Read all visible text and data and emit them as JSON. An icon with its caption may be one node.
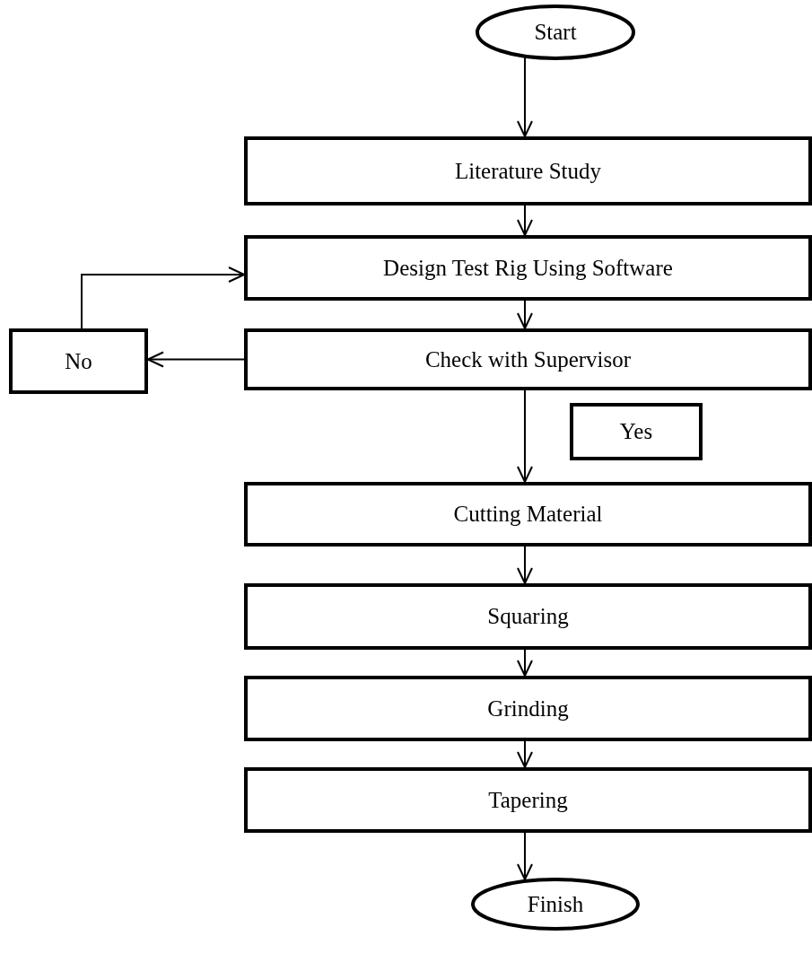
{
  "diagram": {
    "nodes": [
      {
        "text": [
          "Start"
        ]
      },
      {
        "text": [
          "Literature Study"
        ]
      },
      {
        "text": [
          "Design Test Rig Using Software"
        ]
      },
      {
        "text": [
          "Check with Supervisor"
        ]
      },
      {
        "text": [
          "No"
        ]
      },
      {
        "text": [
          "Yes"
        ]
      },
      {
        "text": [
          "Cutting Material"
        ]
      },
      {
        "text": [
          "Squaring"
        ]
      },
      {
        "text": [
          "Grinding"
        ]
      },
      {
        "text": [
          "Tapering"
        ]
      },
      {
        "text": [
          "Finish"
        ]
      }
    ],
    "edges": [
      {
        "from": 0,
        "to": 1,
        "arrow": "to"
      },
      {
        "from": 1,
        "to": 2,
        "arrow": "to"
      },
      {
        "from": 2,
        "to": 3,
        "arrow": "to"
      },
      {
        "from": 3,
        "to": 4,
        "arrow": "to"
      },
      {
        "from": 4,
        "to": 2,
        "arrow": "to"
      },
      {
        "from": 3,
        "to": 6,
        "arrow": "to"
      },
      {
        "from": 6,
        "to": 7,
        "arrow": "to"
      },
      {
        "from": 7,
        "to": 8,
        "arrow": "to"
      },
      {
        "from": 8,
        "to": 9,
        "arrow": "to"
      },
      {
        "from": 9,
        "to": 10,
        "arrow": "to"
      }
    ]
  }
}
